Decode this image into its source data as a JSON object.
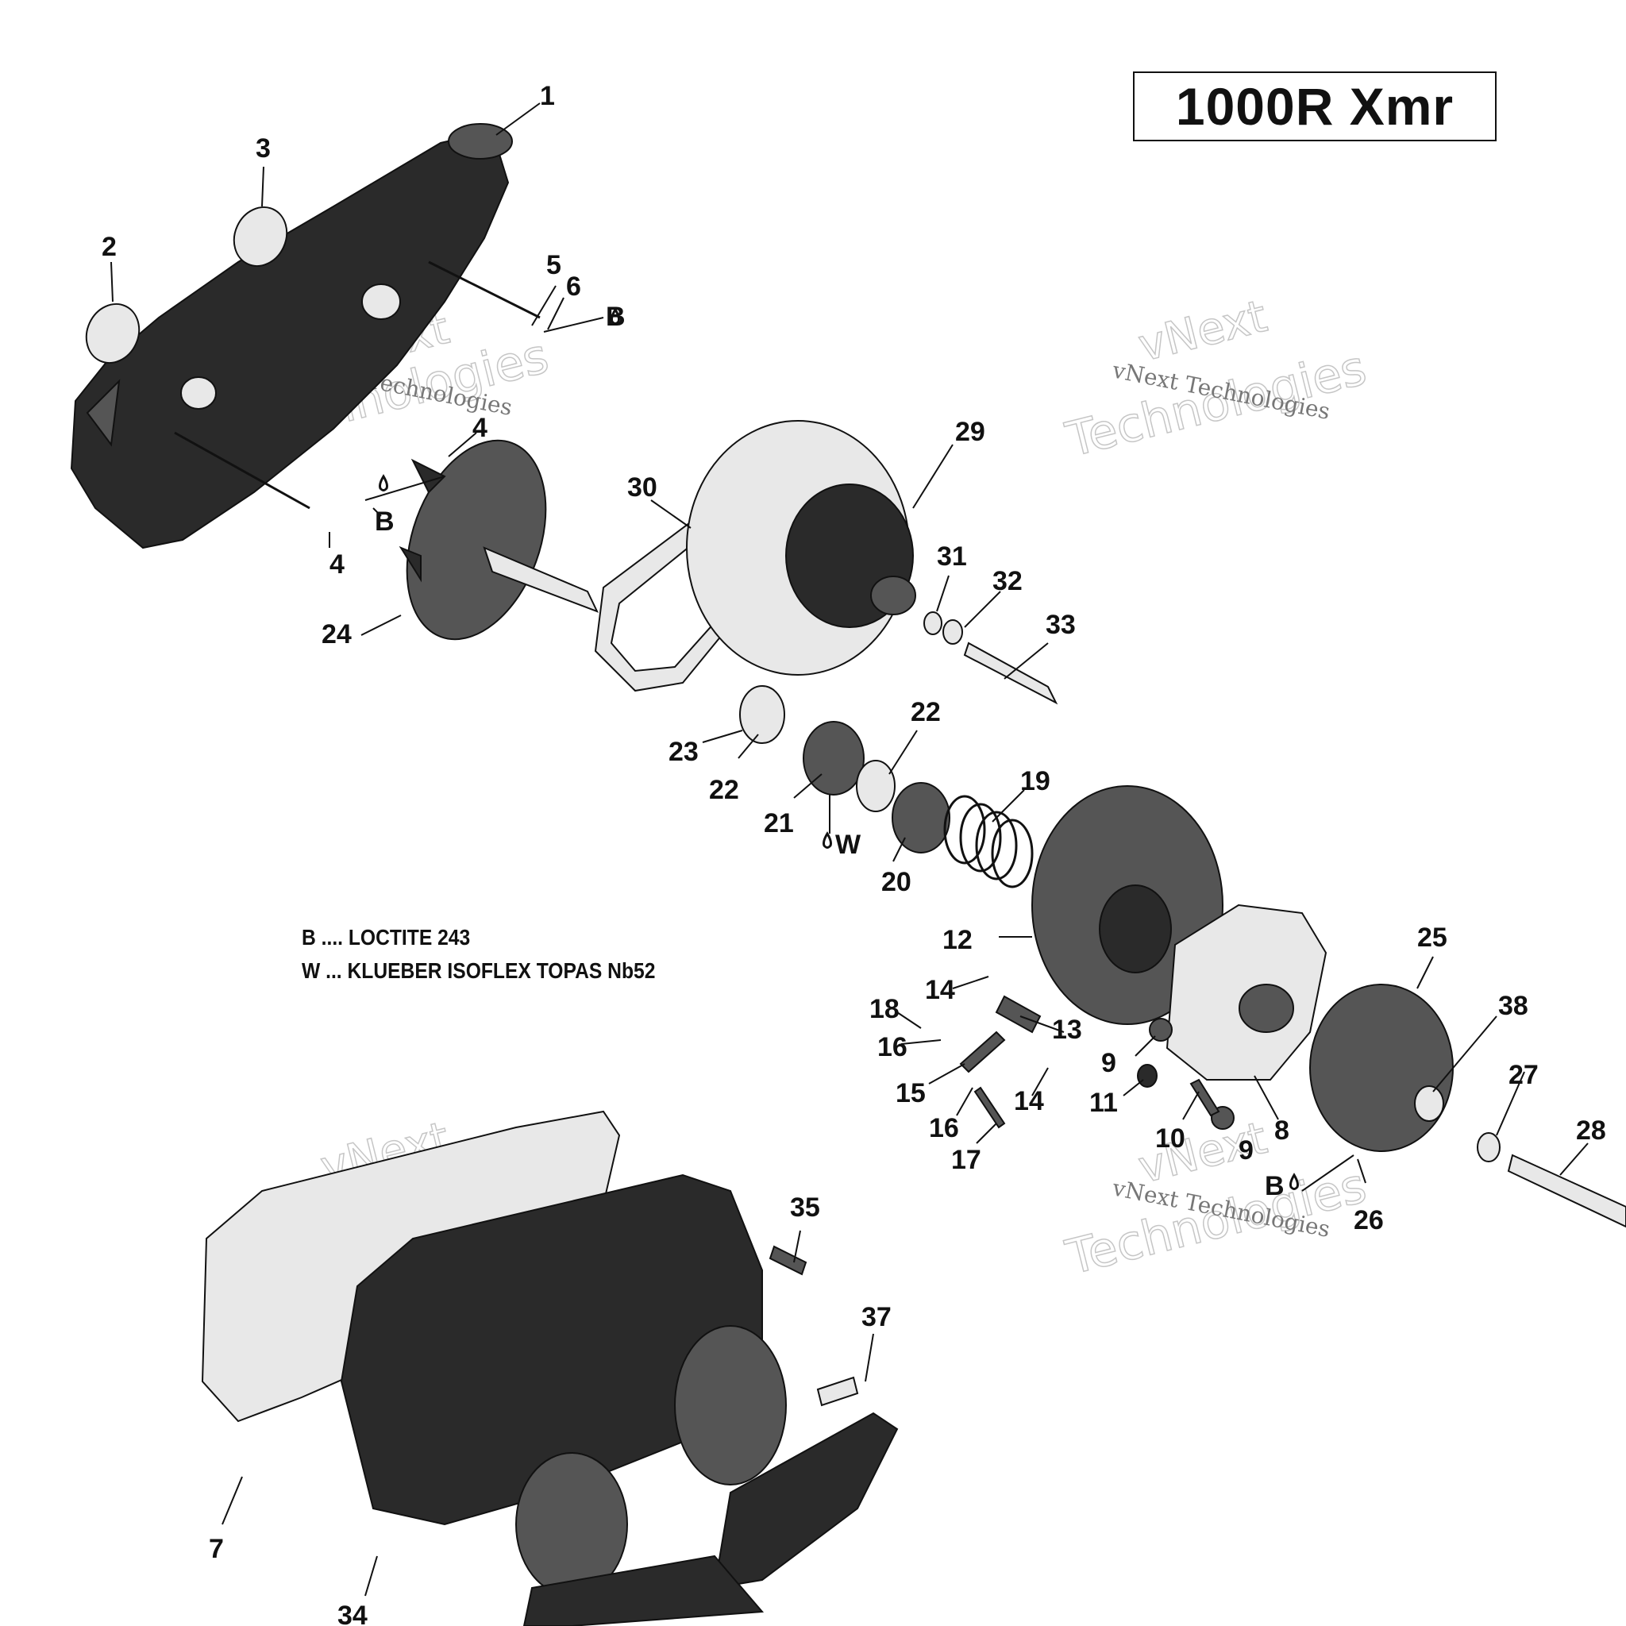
{
  "title": "1000R Xmr",
  "legend": [
    {
      "code": "B",
      "text": "B .... LOCTITE 243"
    },
    {
      "code": "W",
      "text": "W ... KLUEBER ISOFLEX TOPAS Nb52"
    }
  ],
  "watermarks": {
    "brand": "vNext",
    "company": "Technologies",
    "full": "vNext Technologies"
  },
  "callouts": {
    "c1": "1",
    "c2": "2",
    "c3": "3",
    "c4a": "4",
    "c4b": "4",
    "c5": "5",
    "c6": "6",
    "c7": "7",
    "c8": "8",
    "c9a": "9",
    "c9b": "9",
    "c10": "10",
    "c11": "11",
    "c12": "12",
    "c13": "13",
    "c14a": "14",
    "c14b": "14",
    "c15": "15",
    "c16a": "16",
    "c16b": "16",
    "c17": "17",
    "c18": "18",
    "c19": "19",
    "c20": "20",
    "c21": "21",
    "c22a": "22",
    "c22b": "22",
    "c23": "23",
    "c24": "24",
    "c25": "25",
    "c26": "26",
    "c27": "27",
    "c28": "28",
    "c29": "29",
    "c30": "30",
    "c31": "31",
    "c32": "32",
    "c33": "33",
    "c34": "34",
    "c35": "35",
    "c37": "37",
    "c38": "38",
    "markB1": "B",
    "markB2": "B",
    "markB3": "B",
    "markW": "W"
  }
}
